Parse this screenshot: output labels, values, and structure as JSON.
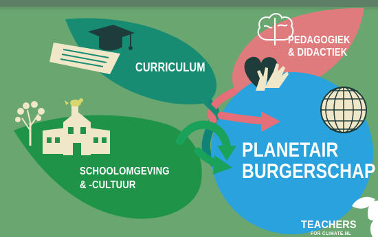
{
  "colors": {
    "background": "#6aa66f",
    "curriculum_leaf": "#188c73",
    "pedagogiek_leaf": "#e07b7d",
    "school_leaf": "#1f9448",
    "planetair_circle": "#2aa2dd",
    "cream": "#efe7c7",
    "arrow_red": "#e56f79",
    "arrow_green": "#1aa15a",
    "arrow_teal": "#0f8377"
  },
  "labels": {
    "curriculum": "CURRICULUM",
    "pedagogiek_line1": "PEDAGOGIEK",
    "pedagogiek_line2": "& DIDACTIEK",
    "planetair_line1": "PLANETAIR",
    "planetair_line2": "BURGERSCHAP",
    "school_line1": "SCHOOLOMGEVING",
    "school_line2": "& -CULTUUR"
  },
  "logo": {
    "title": "TEACHERS",
    "subtitle": "FOR CLIMATE.NL"
  },
  "icons": [
    "graduation-cap-icon",
    "document-icon",
    "brain-icon",
    "heart-icon",
    "raised-hands-icon",
    "tree-icon",
    "school-building-icon",
    "bird-icon",
    "globe-icon",
    "leaf-logo-icon"
  ]
}
